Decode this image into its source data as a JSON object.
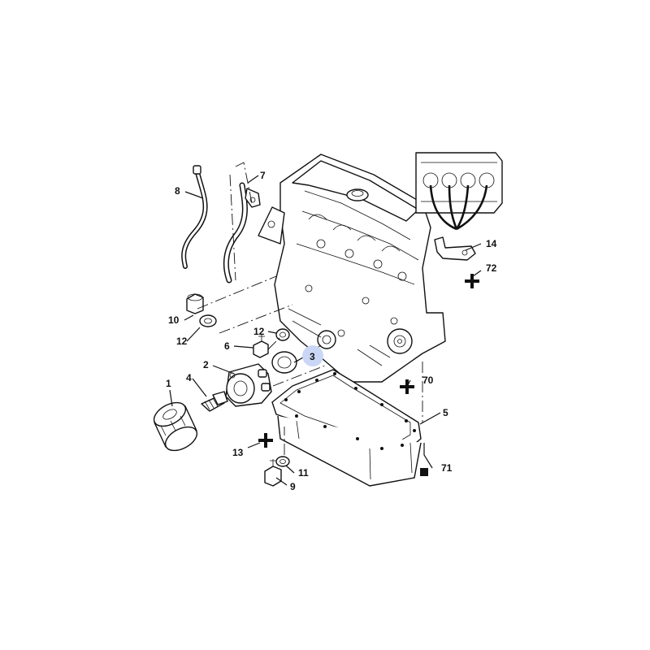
{
  "highlight_color": "#c9d6f5",
  "callouts": [
    {
      "id": "c1",
      "text": "1"
    },
    {
      "id": "c2",
      "text": "2"
    },
    {
      "id": "c3",
      "text": "3"
    },
    {
      "id": "c4",
      "text": "4"
    },
    {
      "id": "c5",
      "text": "5"
    },
    {
      "id": "c6",
      "text": "6"
    },
    {
      "id": "c7",
      "text": "7"
    },
    {
      "id": "c8",
      "text": "8"
    },
    {
      "id": "c9",
      "text": "9"
    },
    {
      "id": "c10",
      "text": "10"
    },
    {
      "id": "c11",
      "text": "11"
    },
    {
      "id": "c12a",
      "text": "12"
    },
    {
      "id": "c12b",
      "text": "12"
    },
    {
      "id": "c13",
      "text": "13"
    },
    {
      "id": "c14",
      "text": "14"
    },
    {
      "id": "c70",
      "text": "70"
    },
    {
      "id": "c71",
      "text": "71"
    },
    {
      "id": "c72",
      "text": "72"
    }
  ]
}
